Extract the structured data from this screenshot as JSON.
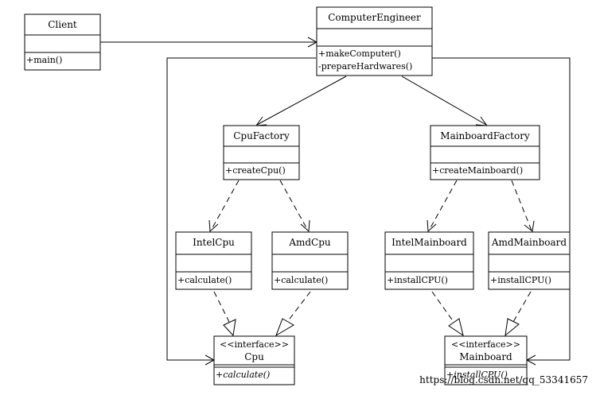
{
  "classes": {
    "client": {
      "name": "Client",
      "methods": [
        "+main()"
      ]
    },
    "engineer": {
      "name": "ComputerEngineer",
      "methods": [
        "+makeComputer()",
        "-prepareHardwares()"
      ]
    },
    "cpu_factory": {
      "name": "CpuFactory",
      "methods": [
        "+createCpu()"
      ]
    },
    "mainboard_factory": {
      "name": "MainboardFactory",
      "methods": [
        "+createMainboard()"
      ]
    },
    "intel_cpu": {
      "name": "IntelCpu",
      "methods": [
        "+calculate()"
      ]
    },
    "amd_cpu": {
      "name": "AmdCpu",
      "methods": [
        "+calculate()"
      ]
    },
    "intel_mainboard": {
      "name": "IntelMainboard",
      "methods": [
        "+installCPU()"
      ]
    },
    "amd_mainboard": {
      "name": "AmdMainboard",
      "methods": [
        "+installCPU()"
      ]
    },
    "cpu": {
      "stereotype": "<<interface>>",
      "name": "Cpu",
      "methods": [
        "+calculate()"
      ]
    },
    "mainboard": {
      "stereotype": "<<interface>>",
      "name": "Mainboard",
      "methods": [
        "+installCPU()"
      ]
    }
  },
  "watermark": "https://blog.csdn.net/qq_53341657"
}
